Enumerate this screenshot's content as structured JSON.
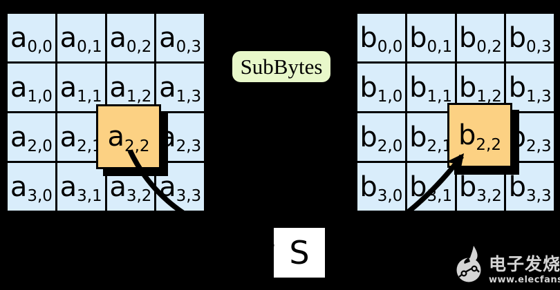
{
  "colors": {
    "background": "#000000",
    "cell_fill": "#d9edfb",
    "highlight_fill": "#fcd183",
    "operation_fill": "#e8f8ca",
    "sbox_fill": "#ffffff",
    "line": "#000000",
    "watermark": "#d5d5d5"
  },
  "operation": {
    "label": "SubBytes"
  },
  "sbox": {
    "label": "S"
  },
  "left_grid": {
    "cells": [
      {
        "letter": "a",
        "sub": "0,0"
      },
      {
        "letter": "a",
        "sub": "0,1"
      },
      {
        "letter": "a",
        "sub": "0,2"
      },
      {
        "letter": "a",
        "sub": "0,3"
      },
      {
        "letter": "a",
        "sub": "1,0"
      },
      {
        "letter": "a",
        "sub": "1,1"
      },
      {
        "letter": "a",
        "sub": "1,2"
      },
      {
        "letter": "a",
        "sub": "1,3"
      },
      {
        "letter": "a",
        "sub": "2,0"
      },
      {
        "letter": "a",
        "sub": "2,1"
      },
      {
        "letter": "a",
        "sub": "2,2"
      },
      {
        "letter": "a",
        "sub": "2,3"
      },
      {
        "letter": "a",
        "sub": "3,0"
      },
      {
        "letter": "a",
        "sub": "3,1"
      },
      {
        "letter": "a",
        "sub": "3,2"
      },
      {
        "letter": "a",
        "sub": "3,3"
      }
    ]
  },
  "right_grid": {
    "cells": [
      {
        "letter": "b",
        "sub": "0,0"
      },
      {
        "letter": "b",
        "sub": "0,1"
      },
      {
        "letter": "b",
        "sub": "0,2"
      },
      {
        "letter": "b",
        "sub": "0,3"
      },
      {
        "letter": "b",
        "sub": "1,0"
      },
      {
        "letter": "b",
        "sub": "1,1"
      },
      {
        "letter": "b",
        "sub": "1,2"
      },
      {
        "letter": "b",
        "sub": "1,3"
      },
      {
        "letter": "b",
        "sub": "2,0"
      },
      {
        "letter": "b",
        "sub": "2,1"
      },
      {
        "letter": "b",
        "sub": "2,2"
      },
      {
        "letter": "b",
        "sub": "2,3"
      },
      {
        "letter": "b",
        "sub": "3,0"
      },
      {
        "letter": "b",
        "sub": "3,1"
      },
      {
        "letter": "b",
        "sub": "3,2"
      },
      {
        "letter": "b",
        "sub": "3,3"
      }
    ]
  },
  "highlights": {
    "left": {
      "letter": "a",
      "sub": "2,2"
    },
    "right": {
      "letter": "b",
      "sub": "2,2"
    }
  },
  "watermark": {
    "site_name": "电子发烧友",
    "url": "www.elecfans.com"
  }
}
